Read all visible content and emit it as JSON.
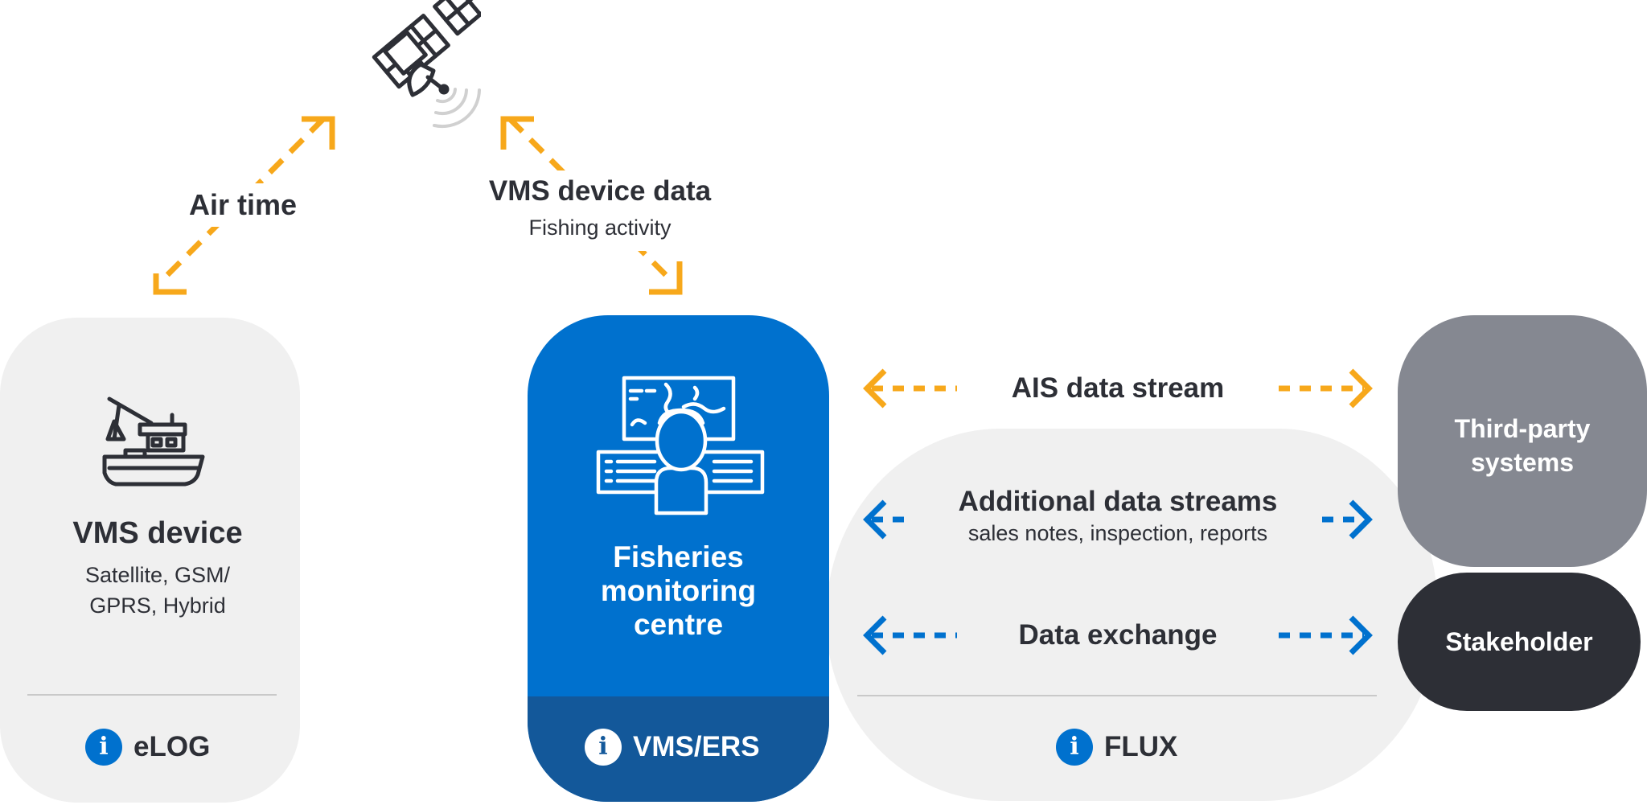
{
  "satellite": {
    "icon": "satellite-icon"
  },
  "links": {
    "air_time": "Air time",
    "vms_device_data": {
      "title": "VMS device data",
      "sub": "Fishing activity"
    }
  },
  "elog_panel": {
    "icon": "fishing-vessel-icon",
    "title": "VMS device",
    "sub_line1": "Satellite, GSM/",
    "sub_line2": "GPRS, Hybrid",
    "footer": "eLOG"
  },
  "fmc_panel": {
    "icon": "monitoring-operator-icon",
    "title_line1": "Fisheries",
    "title_line2": "monitoring",
    "title_line3": "centre",
    "footer": "VMS/ERS"
  },
  "flux_panel": {
    "ais": "AIS data stream",
    "additional": {
      "title": "Additional data streams",
      "sub": "sales notes, inspection, reports"
    },
    "exchange": "Data exchange",
    "footer": "FLUX"
  },
  "third_party": {
    "line1": "Third-party",
    "line2": "systems"
  },
  "stakeholder": "Stakeholder",
  "info_icon_glyph": "i",
  "colors": {
    "orange": "#f7a81b",
    "blue": "#0071ce",
    "dark_blue": "#13589a",
    "grey": "#858891",
    "dark": "#2d2f36",
    "panel": "#f0f0f0"
  }
}
